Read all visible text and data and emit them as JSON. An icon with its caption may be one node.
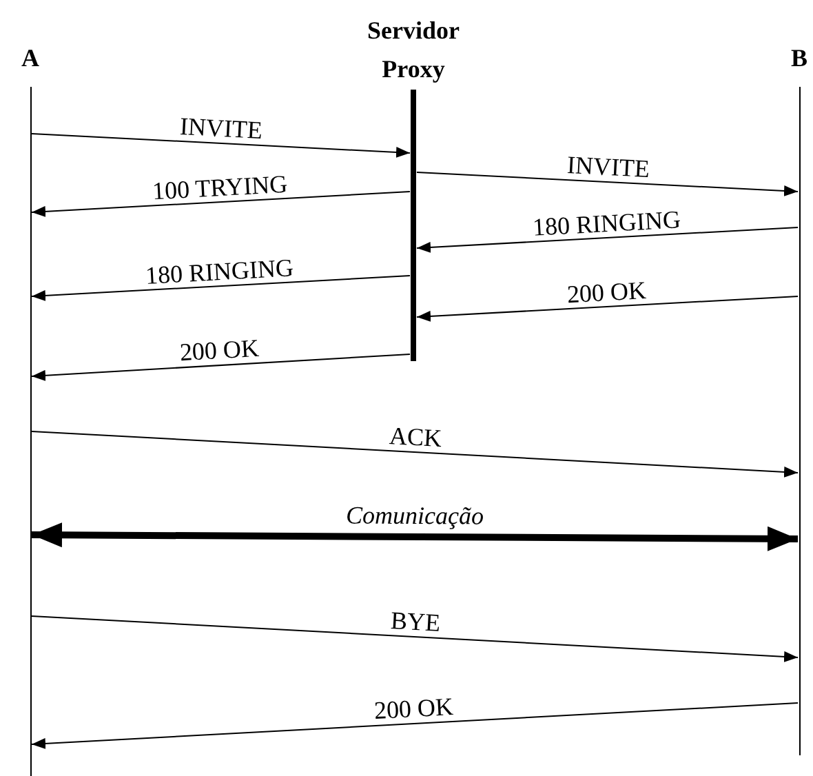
{
  "diagram": {
    "nodes": [
      {
        "text": [
          "A"
        ]
      },
      {
        "text": [
          "Servidor Proxy"
        ]
      },
      {
        "text": [
          "B"
        ]
      }
    ],
    "edges": [
      {
        "from": 0,
        "to": 1,
        "arrow": "to",
        "label": "INVITE"
      },
      {
        "from": 1,
        "to": 0,
        "arrow": "to",
        "label": "100 TRYING"
      },
      {
        "from": 1,
        "to": 2,
        "arrow": "to",
        "label": "INVITE"
      },
      {
        "from": 2,
        "to": 1,
        "arrow": "to",
        "label": "180 RINGING"
      },
      {
        "from": 1,
        "to": 0,
        "arrow": "to",
        "label": "180 RINGING"
      },
      {
        "from": 2,
        "to": 1,
        "arrow": "to",
        "label": "200 OK"
      },
      {
        "from": 1,
        "to": 0,
        "arrow": "to",
        "label": "200 OK"
      },
      {
        "from": 0,
        "to": 2,
        "arrow": "to",
        "label": "ACK"
      },
      {
        "from": 0,
        "to": 2,
        "arrow": "both",
        "label": "Comunicação",
        "style": "thick"
      },
      {
        "from": 0,
        "to": 2,
        "arrow": "to",
        "label": "BYE"
      },
      {
        "from": 2,
        "to": 0,
        "arrow": "to",
        "label": "200 OK"
      }
    ]
  }
}
